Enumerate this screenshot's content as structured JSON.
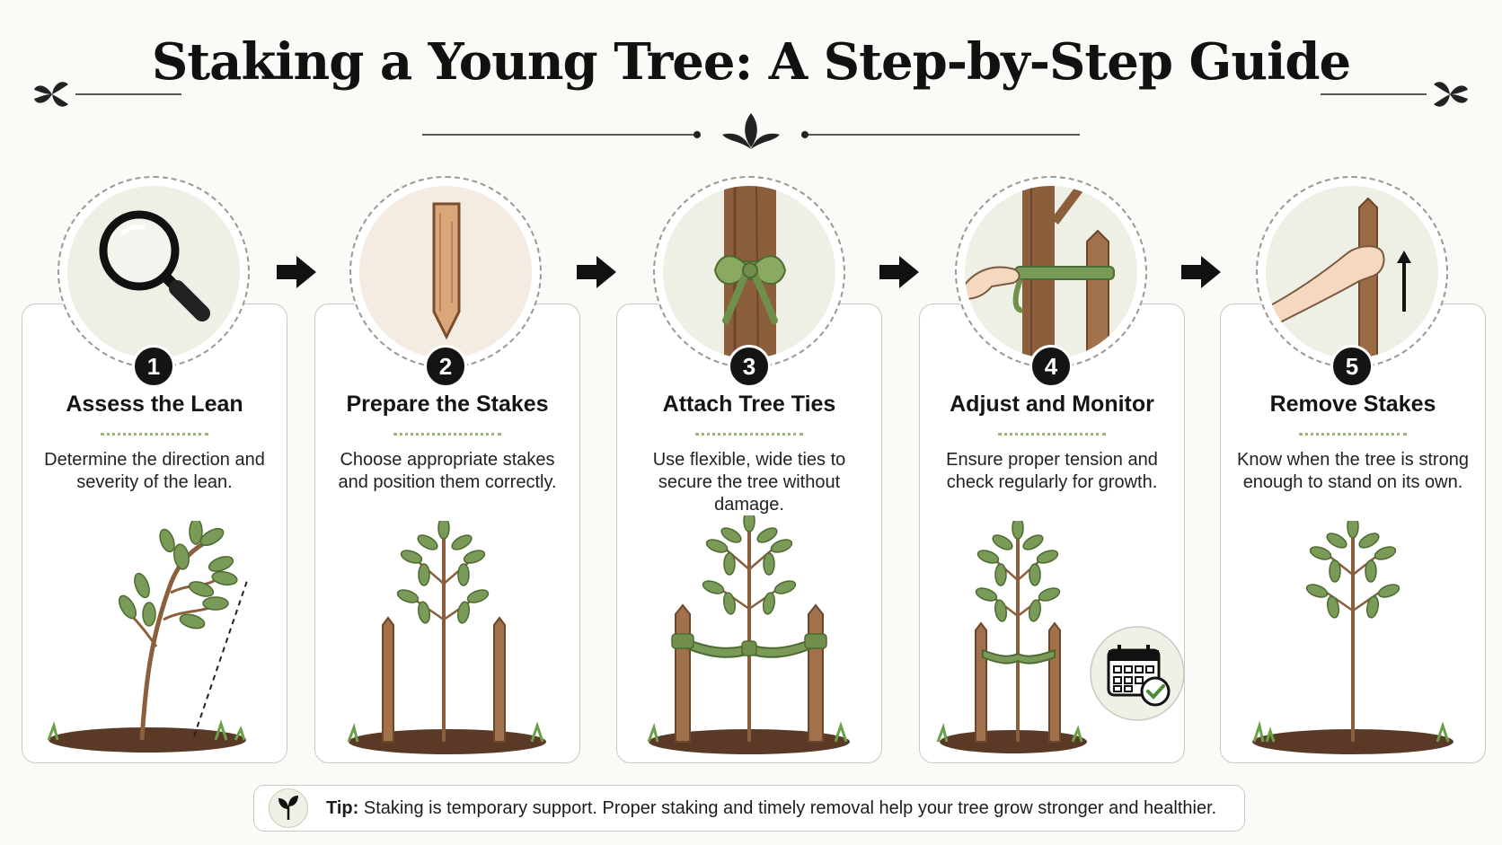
{
  "title": "Staking a Young Tree: A Step-by-Step Guide",
  "steps": [
    {
      "number": "1",
      "title": "Assess the Lean",
      "description": "Determine the direction and severity of the lean.",
      "icon": "magnifying-glass-icon"
    },
    {
      "number": "2",
      "title": "Prepare the Stakes",
      "description": "Choose appropriate stakes and position them correctly.",
      "icon": "wooden-stake-icon"
    },
    {
      "number": "3",
      "title": "Attach Tree Ties",
      "description": "Use flexible, wide ties to secure the tree without damage.",
      "icon": "tree-tie-icon"
    },
    {
      "number": "4",
      "title": "Adjust and Monitor",
      "description": "Ensure proper tension and check regularly for growth.",
      "icon": "hand-adjusting-tie-icon"
    },
    {
      "number": "5",
      "title": "Remove Stakes",
      "description": "Know when the tree is strong enough to stand on its own.",
      "icon": "hand-pulling-stake-icon"
    }
  ],
  "tip": {
    "label": "Tip:",
    "text": "Staking is temporary support. Proper staking and timely removal help your tree grow stronger and healthier."
  },
  "colors": {
    "leaf": "#7a9a57",
    "trunk": "#8b5e3c",
    "stake": "#a0714a",
    "tie": "#6f8f4a",
    "soil": "#5a3a26",
    "grass": "#6aa04a"
  }
}
